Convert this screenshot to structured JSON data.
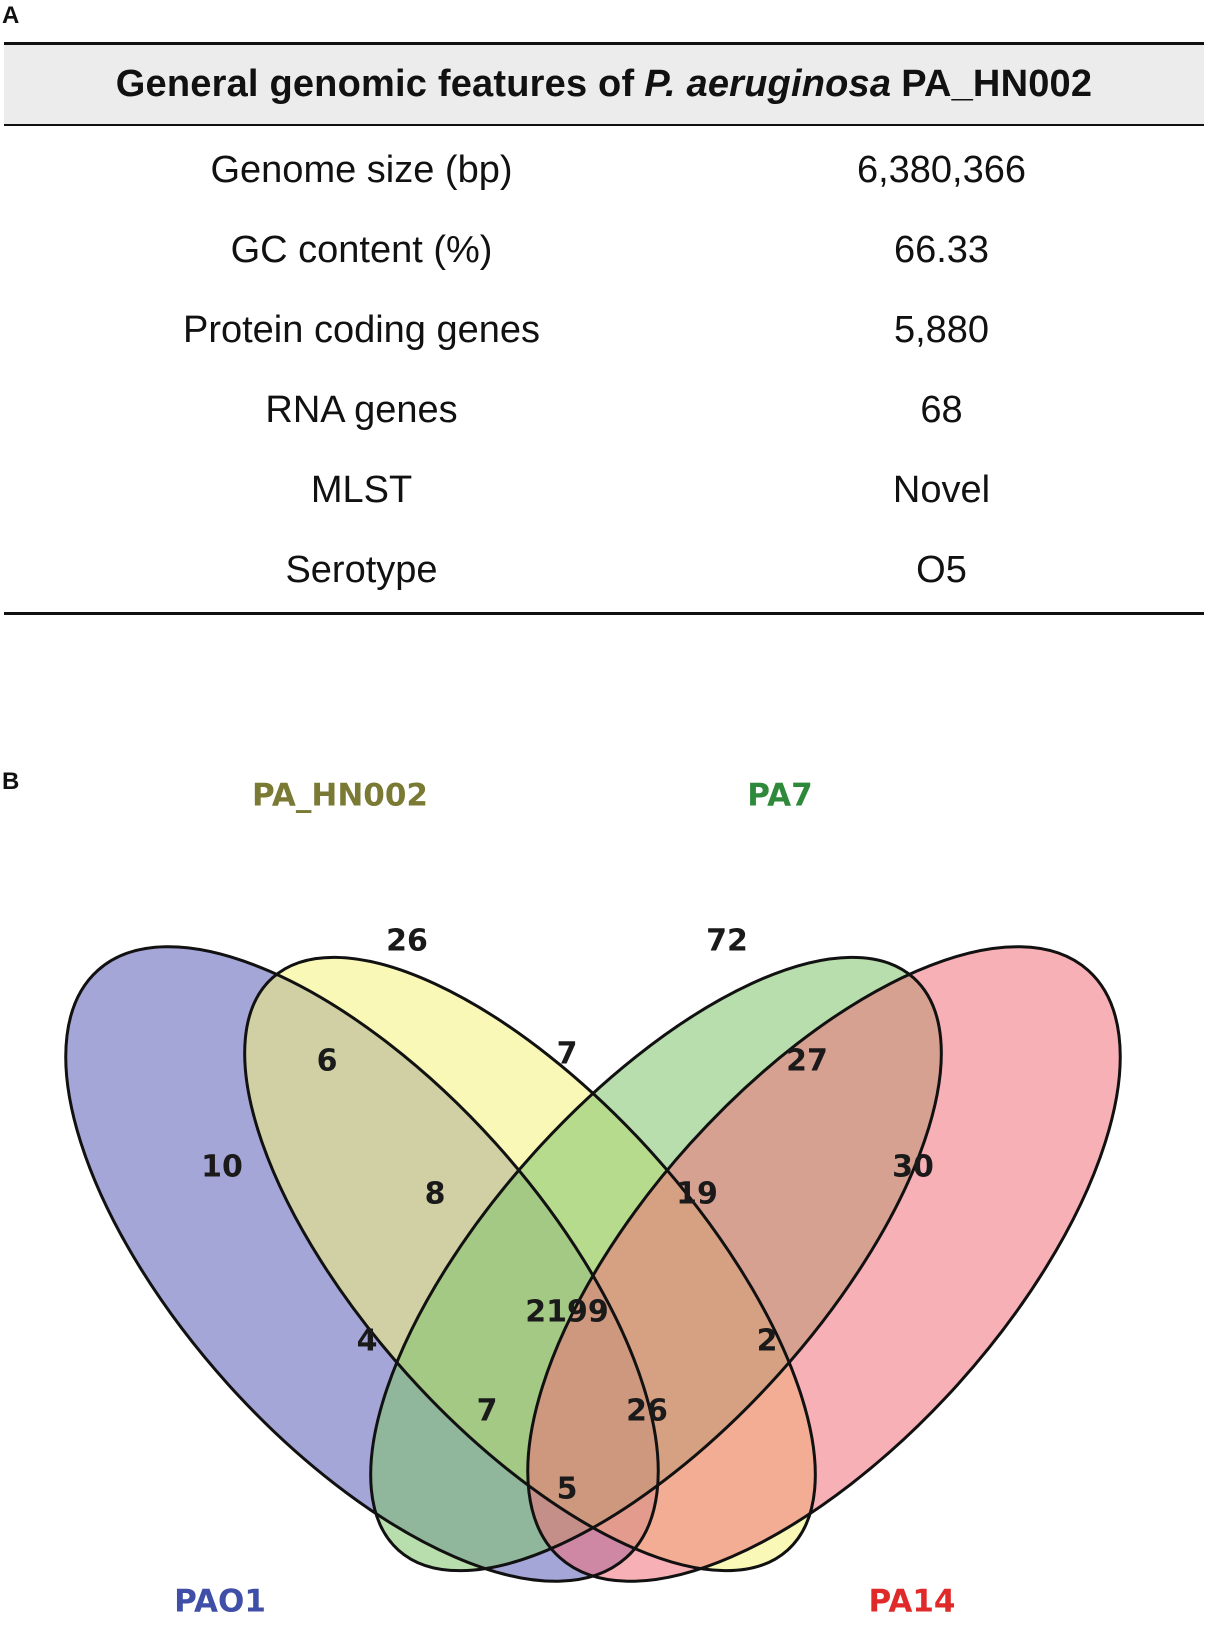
{
  "panels": {
    "a": "A",
    "b": "B"
  },
  "table": {
    "title_pre": "General genomic features of",
    "title_italic": "P. aeruginosa",
    "title_post": "PA_HN002",
    "rows": [
      {
        "key": "Genome size (bp)",
        "value": "6,380,366"
      },
      {
        "key": "GC content (%)",
        "value": "66.33"
      },
      {
        "key": "Protein coding genes",
        "value": "5,880"
      },
      {
        "key": "RNA genes",
        "value": "68"
      },
      {
        "key": "MLST",
        "value": "Novel"
      },
      {
        "key": "Serotype",
        "value": "O5"
      }
    ]
  },
  "venn": {
    "sets": [
      {
        "name": "PAO1",
        "color": "#3f4fa8",
        "fill": "#5b5db8"
      },
      {
        "name": "PA_HN002",
        "color": "#7a7a34",
        "fill": "#f4f27a"
      },
      {
        "name": "PA7",
        "color": "#2e8a3a",
        "fill": "#7fc36a"
      },
      {
        "name": "PA14",
        "color": "#e02a2a",
        "fill": "#f0707a"
      }
    ],
    "regions": [
      {
        "id": "hn002-only",
        "value": "26"
      },
      {
        "id": "pa7-only",
        "value": "72"
      },
      {
        "id": "pao1-hn002",
        "value": "6"
      },
      {
        "id": "hn002-pa7",
        "value": "7"
      },
      {
        "id": "pa7-pa14",
        "value": "27"
      },
      {
        "id": "pao1-only",
        "value": "10"
      },
      {
        "id": "pa14-only",
        "value": "30"
      },
      {
        "id": "pao1-hn002-pa7",
        "value": "8"
      },
      {
        "id": "hn002-pa7-pa14",
        "value": "19"
      },
      {
        "id": "all",
        "value": "2199"
      },
      {
        "id": "pao1-pa7",
        "value": "4"
      },
      {
        "id": "hn002-pa14",
        "value": "2"
      },
      {
        "id": "pao1-pa7-pa14",
        "value": "7"
      },
      {
        "id": "pao1-hn002-pa14",
        "value": "26"
      },
      {
        "id": "pao1-pa14",
        "value": "5"
      }
    ]
  }
}
